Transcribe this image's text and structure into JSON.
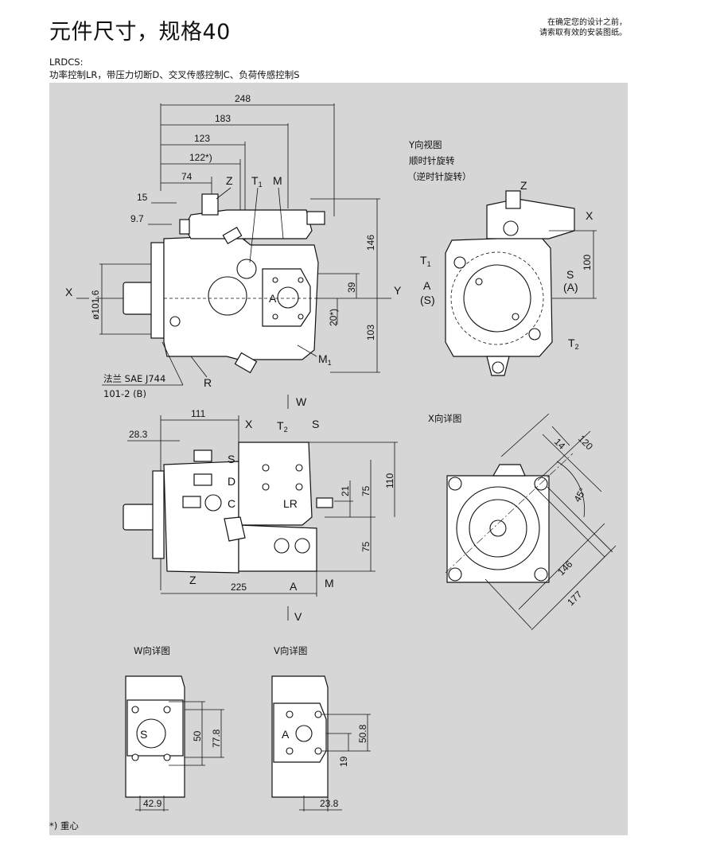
{
  "header": {
    "title": "元件尺寸，规格40",
    "note_line1": "在确定您的设计之前，",
    "note_line2": "请索取有效的安装图纸。",
    "subtitle_line1": "LRDCS:",
    "subtitle_line2": "功率控制LR，带压力切断D、交叉传感控制C、负荷传感控制S"
  },
  "view1": {
    "dims": {
      "d248": "248",
      "d183": "183",
      "d123": "123",
      "d122": "122*)",
      "d74": "74",
      "d15": "15",
      "d97": "9.7",
      "d146": "146",
      "d103": "103",
      "d39": "39",
      "d20": "20*)",
      "dia": "ø101.6"
    },
    "labels": {
      "Z": "Z",
      "T1": "T",
      "T1sub": "1",
      "M": "M",
      "X": "X",
      "Y": "Y",
      "A": "A",
      "M1": "M",
      "M1sub": "1",
      "R": "R"
    },
    "flange1": "法兰 SAE J744",
    "flange2": "101-2 (B)"
  },
  "view2": {
    "caption1": "Y向视图",
    "caption2": "顺时针旋转",
    "caption3": "（逆时针旋转）",
    "labels": {
      "Z": "Z",
      "X": "X",
      "T1": "T",
      "T1sub": "1",
      "A": "A",
      "Sp": "(S)",
      "S": "S",
      "Ap": "(A)",
      "T2": "T",
      "T2sub": "2"
    },
    "dims": {
      "d100": "100"
    }
  },
  "view3": {
    "labels": {
      "W": "W",
      "T2": "T",
      "T2sub": "2",
      "S": "S",
      "X": "X",
      "Sp": "S",
      "D": "D",
      "C": "C",
      "LR": "LR",
      "Z": "Z",
      "A": "A",
      "M": "M",
      "V": "V"
    },
    "dims": {
      "d111": "111",
      "d283": "28.3",
      "d21": "21",
      "d75a": "75",
      "d110": "110",
      "d75b": "75",
      "d225": "225"
    }
  },
  "view4": {
    "caption": "X向详图",
    "dims": {
      "d14": "14",
      "d120": "120",
      "d45": "45°",
      "d146": "146",
      "d177": "177"
    }
  },
  "view5": {
    "caption": "W向详图",
    "label": "S",
    "dims": {
      "d50": "50",
      "d778": "77.8",
      "d429": "42.9"
    }
  },
  "view6": {
    "caption": "V向详图",
    "label": "A",
    "dims": {
      "d508": "50.8",
      "d19": "19",
      "d238": "23.8"
    }
  },
  "footnote": "*) 重心"
}
